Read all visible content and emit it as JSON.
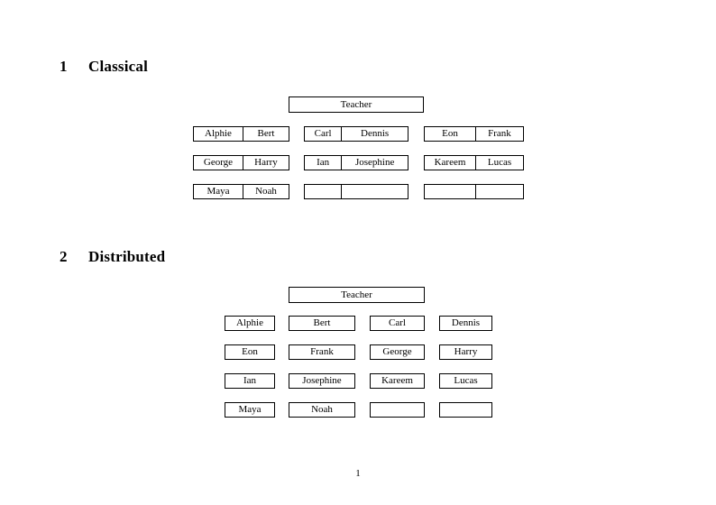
{
  "document": {
    "page_number": "1",
    "sections": [
      {
        "number": "1",
        "title": "Classical",
        "diagram": {
          "teacher": {
            "label": "Teacher"
          },
          "groups": [
            {
              "rows": [
                {
                  "cells": [
                    "Alphie",
                    "Bert"
                  ]
                },
                {
                  "cells": [
                    "George",
                    "Harry"
                  ]
                },
                {
                  "cells": [
                    "Maya",
                    "Noah"
                  ]
                }
              ]
            },
            {
              "rows": [
                {
                  "cells": [
                    "Carl",
                    "Dennis"
                  ]
                },
                {
                  "cells": [
                    "Ian",
                    "Josephine"
                  ]
                },
                {
                  "cells": [
                    "",
                    ""
                  ]
                }
              ]
            },
            {
              "rows": [
                {
                  "cells": [
                    "Eon",
                    "Frank"
                  ]
                },
                {
                  "cells": [
                    "Kareem",
                    "Lucas"
                  ]
                },
                {
                  "cells": [
                    "",
                    ""
                  ]
                }
              ]
            }
          ]
        }
      },
      {
        "number": "2",
        "title": "Distributed",
        "diagram": {
          "teacher": {
            "label": "Teacher"
          },
          "rows": [
            {
              "cells": [
                "Alphie",
                "Bert",
                "Carl",
                "Dennis"
              ]
            },
            {
              "cells": [
                "Eon",
                "Frank",
                "George",
                "Harry"
              ]
            },
            {
              "cells": [
                "Ian",
                "Josephine",
                "Kareem",
                "Lucas"
              ]
            },
            {
              "cells": [
                "Maya",
                "Noah",
                "",
                ""
              ]
            }
          ]
        }
      }
    ]
  },
  "colors": {
    "page_background": "#ffffff",
    "text": "#000000",
    "box_border": "#000000"
  }
}
